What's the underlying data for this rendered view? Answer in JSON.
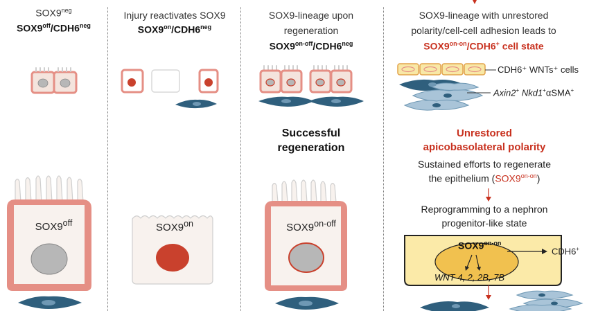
{
  "colors": {
    "cell_border": "#e58f85",
    "cell_fill": "#f4e4dd",
    "cell_white": "#ffffff",
    "nucleus_gray": "#b7b7b7",
    "nucleus_red": "#c9412d",
    "fibroblast": "#2f5f7d",
    "fibroblast_light": "#a9c4d8",
    "yellow": "#f8e8a6",
    "accent_red": "#c8311f"
  },
  "panel1": {
    "label_sox9": "SOX9",
    "label_neg": "neg",
    "state_sox9": "SOX9",
    "state_off": "off",
    "state_cdh6": "/CDH6",
    "state_neg": "neg",
    "cell_label": "SOX9",
    "cell_sup": "off"
  },
  "panel2": {
    "title": "Injury reactivates SOX9",
    "state_sox9": "SOX9",
    "state_on": "on",
    "state_cdh6": "/CDH6",
    "state_neg": "neg",
    "cell_label": "SOX9",
    "cell_sup": "on"
  },
  "panel3": {
    "title_line1": "SOX9-lineage upon",
    "title_line2": "regeneration",
    "state_sox9": "SOX9",
    "state_onoff": "on-off",
    "state_cdh6": "/CDH6",
    "state_neg": "neg",
    "outcome_line1": "Successful",
    "outcome_line2": "regeneration",
    "cell_label": "SOX9",
    "cell_sup": "on-off"
  },
  "panel4": {
    "title_line1": "SOX9-lineage with unrestored",
    "title_line2": "polarity/cell-cell adhesion leads to",
    "state_sox9": "SOX9",
    "state_onon": "on-on",
    "state_cdh6": "/CDH6",
    "state_plus": "+",
    "state_suffix": " cell state",
    "cdh6_cells_label": "CDH6⁺ WNTs⁺ cells",
    "fibro_label_axin": "Axin2",
    "fibro_label_nkd": " Nkd1",
    "fibro_label_sma": "αSMA",
    "unrestored_line1": "Unrestored",
    "unrestored_line2": "apicobasolateral polarity",
    "sustained_line1": "Sustained efforts to regenerate",
    "sustained_line2_a": "the epithelium (",
    "sustained_line2_b": "SOX9",
    "sustained_line2_sup": "on-on",
    "sustained_line2_c": ")",
    "reprog_line1": "Reprogramming to a nephron",
    "reprog_line2": "progenitor-like state",
    "nucleus_label": "SOX9",
    "nucleus_sup": "on-on",
    "wnt_label": "WNT 4, 2, 2B, 7B",
    "cdh6_out": "CDH6",
    "cdh6_out_sup": "+"
  }
}
